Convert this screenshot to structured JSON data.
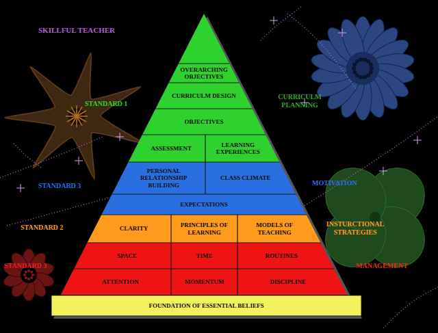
{
  "diagram": {
    "title": "SKILLFUL TEACHER",
    "nodes": [
      {
        "text": [
          "OVERARCHING OBJECTIVES"
        ]
      },
      {
        "text": [
          "CURRICULM DESIGN"
        ]
      },
      {
        "text": [
          "OBJECTIVES"
        ]
      },
      {
        "text": [
          "ASSESSMENT"
        ]
      },
      {
        "text": [
          "LEARNING EXPERIENCES"
        ]
      },
      {
        "text": [
          "PERSONAL RELATIONSHIP BUILDING"
        ]
      },
      {
        "text": [
          "CLASS CLIMATE"
        ]
      },
      {
        "text": [
          "EXPECTATIONS"
        ]
      },
      {
        "text": [
          "CLARITY"
        ]
      },
      {
        "text": [
          "PRINCIPLES OF LEARNING"
        ]
      },
      {
        "text": [
          "MODELS OF TEACHING"
        ]
      },
      {
        "text": [
          "SPACE"
        ]
      },
      {
        "text": [
          "TIME"
        ]
      },
      {
        "text": [
          "ROUTINES"
        ]
      },
      {
        "text": [
          "ATTENTION"
        ]
      },
      {
        "text": [
          "MOMENTUM"
        ]
      },
      {
        "text": [
          "DISCIPLINE"
        ]
      },
      {
        "text": [
          "FOUNDATION OF ESSENTIAL BELIEFS"
        ]
      }
    ],
    "labels": [
      "STANDARD 1",
      "CURRICULM PLANNING",
      "STANDARD 3",
      "MOTIVATION",
      "STANDARD 2",
      "INSTURCTIONAL STRATEGIES",
      "STANDARD 3",
      "MANAGEMENT"
    ]
  }
}
